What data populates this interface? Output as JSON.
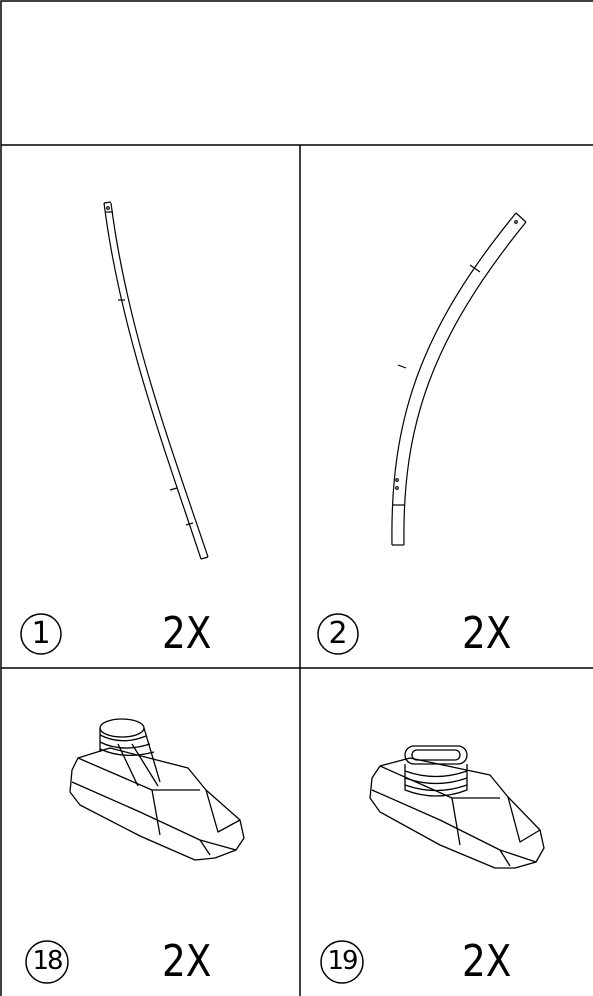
{
  "header": {
    "title": ""
  },
  "parts": [
    {
      "number": "1",
      "quantity": "2X",
      "icon": "straight-pole-icon"
    },
    {
      "number": "2",
      "quantity": "2X",
      "icon": "curved-pole-icon"
    },
    {
      "number": "18",
      "quantity": "2X",
      "icon": "angled-foot-cap-icon"
    },
    {
      "number": "19",
      "quantity": "2X",
      "icon": "straight-foot-cap-icon"
    }
  ]
}
